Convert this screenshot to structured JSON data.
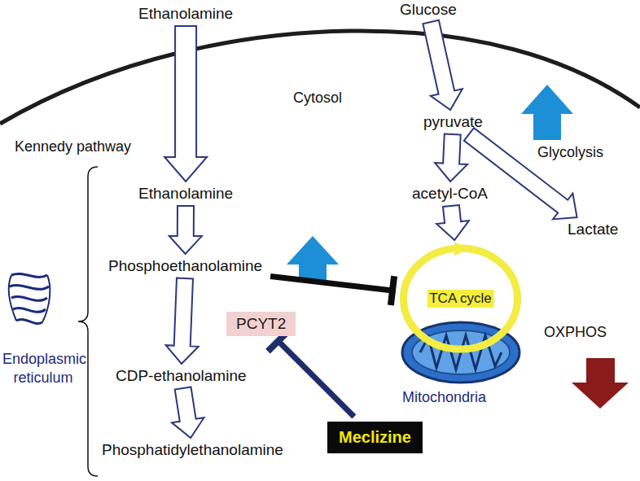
{
  "diagram": {
    "nodes": [
      {
        "text": [
          "Ethanolamine"
        ]
      },
      {
        "text": [
          "Glucose"
        ]
      },
      {
        "text": [
          "Ethanolamine"
        ]
      },
      {
        "text": [
          "Phosphoethanolamine"
        ]
      },
      {
        "text": [
          "CDP-ethanolamine"
        ]
      },
      {
        "text": [
          "Phosphatidylethanolamine"
        ]
      },
      {
        "text": [
          "PCYT2"
        ]
      },
      {
        "text": [
          "Meclizine"
        ]
      },
      {
        "text": [
          "pyruvate"
        ]
      },
      {
        "text": [
          "acetyl-CoA"
        ]
      },
      {
        "text": [
          "Lactate"
        ]
      },
      {
        "text": [
          "TCA cycle"
        ]
      }
    ],
    "edges": [
      {
        "from": 0,
        "to": 2,
        "arrow": "to"
      },
      {
        "from": 2,
        "to": 3,
        "arrow": "to"
      },
      {
        "from": 3,
        "to": 4,
        "arrow": "to"
      },
      {
        "from": 4,
        "to": 5,
        "arrow": "to"
      },
      {
        "from": 1,
        "to": 8,
        "arrow": "to"
      },
      {
        "from": 8,
        "to": 9,
        "arrow": "to"
      },
      {
        "from": 9,
        "to": 11,
        "arrow": "to"
      },
      {
        "from": 8,
        "to": 10,
        "arrow": "to"
      },
      {
        "from": 3,
        "to": 11,
        "arrow": "to"
      },
      {
        "from": 7,
        "to": 6,
        "arrow": "to"
      }
    ],
    "labels": [
      "Cytosol",
      "Kennedy pathway",
      "Glycolysis",
      "OXPHOS",
      "Mitochondria",
      "Endoplasmic reticulum"
    ]
  }
}
